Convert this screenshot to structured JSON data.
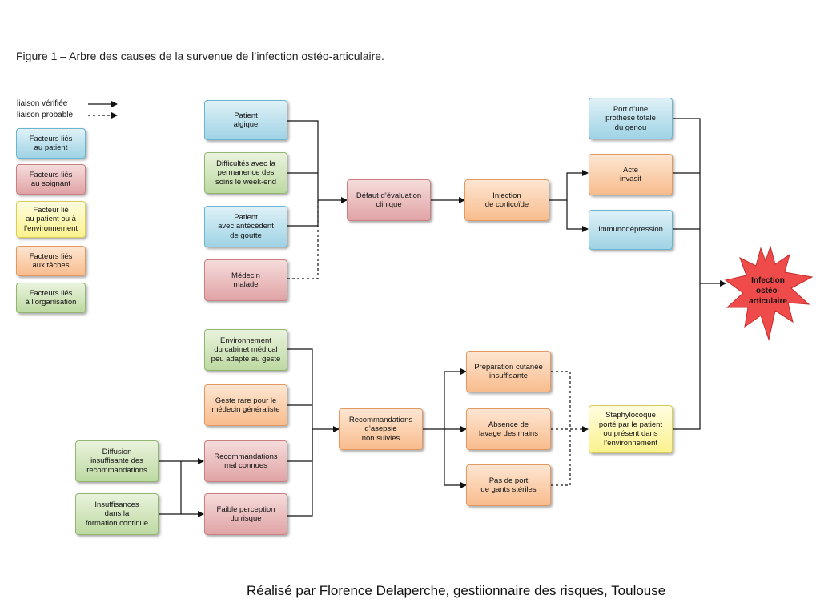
{
  "title": "Figure 1 – Arbre des causes de la survenue de l’infection ostéo-articulaire.",
  "credit": "Réalisé par Florence Delaperche, gestiionnaire des risques, Toulouse",
  "legend": {
    "verified": "liaison vérifiée",
    "probable": "liaison probable",
    "patient": "Facteurs liés\nau patient",
    "soignant": "Facteurs liés\nau soignant",
    "environnement": "Facteur lié\nau patient ou à\nl’environnement",
    "taches": "Facteurs liés\naux tâches",
    "organisation": "Facteurs liés\nà l’organisation"
  },
  "nodes": {
    "patient_algique": "Patient\nalgique",
    "difficultes": "Difficultés avec la\npermanence des\nsoins le week-end",
    "antecedent_goutte": "Patient\navec antécédent\nde goutte",
    "medecin_malade": "Médecin\nmalade",
    "defaut_evaluation": "Défaut d’évaluation\nclinique",
    "injection": "Injection\nde corticoïde",
    "prothese": "Port d’une\nprothèse totale\ndu genou",
    "acte_invasif": "Acte\ninvasif",
    "immunodepression": "Immunodépression",
    "infection": "Infection\nostéo-\narticulaire",
    "environnement_cabinet": "Environnement\ndu cabinet médical\npeu adapté au geste",
    "geste_rare": "Geste rare pour le\nmédecin généraliste",
    "reco_mal_connues": "Recommandations\nmal connues",
    "faible_perception": "Faible perception\ndu risque",
    "diffusion": "Diffusion\ninsuffisante des\nrecommandations",
    "insuffisances_formation": "Insuffisances\ndans la\nformation continue",
    "reco_asepsie": "Recommandations\nd’asepsie\nnon suivies",
    "preparation_cutanee": "Préparation cutanée\ninsuffisante",
    "absence_lavage": "Absence de\nlavage des mains",
    "pas_gants": "Pas de port\nde gants stériles",
    "staphylocoque": "Staphylocoque\nporté par le patient\nou présent dans\nl’environnement"
  },
  "colors": {
    "patient": "#9fd3e5",
    "soignant": "#e0a3a5",
    "environnement": "#fbf28e",
    "taches": "#f8bc8d",
    "organisation": "#bdd9a1",
    "infection": "#f04a4a"
  }
}
